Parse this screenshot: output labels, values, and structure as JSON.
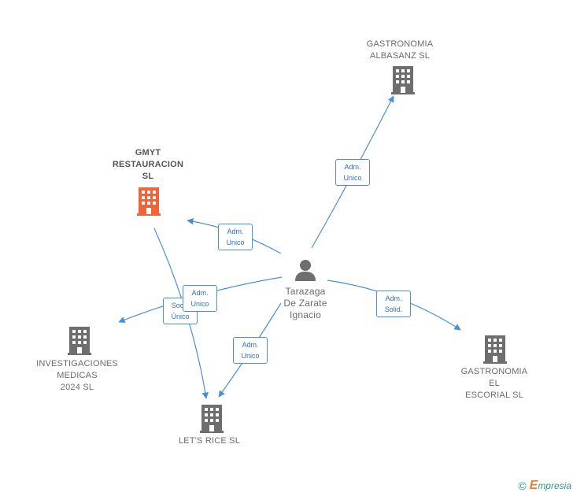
{
  "nodes": {
    "gmyt": {
      "label": "GMYT\nRESTAURACION\nSL",
      "icon": "building-icon",
      "color": "#f0643c"
    },
    "gastronomia_albasanz": {
      "label": "GASTRONOMIA\nALBASANZ  SL",
      "icon": "building-icon",
      "color": "#6e6e6e"
    },
    "investigaciones": {
      "label": "INVESTIGACIONES\nMEDICAS\n2024  SL",
      "icon": "building-icon",
      "color": "#6e6e6e"
    },
    "lets_rice": {
      "label": "LET'S RICE  SL",
      "icon": "building-icon",
      "color": "#6e6e6e"
    },
    "gastronomia_escorial": {
      "label": "GASTRONOMIA\nEL\nESCORIAL  SL",
      "icon": "building-icon",
      "color": "#6e6e6e"
    },
    "person": {
      "label": "Tarazaga\nDe Zarate\nIgnacio",
      "icon": "person-icon",
      "color": "#6e6e6e"
    }
  },
  "edges": {
    "to_albasanz": "Adm.\nUnico",
    "to_gmyt": "Adm.\nUnico",
    "to_investigaciones": "Adm.\nUnico",
    "gmyt_to_letsrice": "Socio\nÚnico",
    "to_letsrice": "Adm.\nUnico",
    "to_escorial": "Adm.\nSolid."
  },
  "footer": {
    "copyright": "©",
    "brand_initial": "E",
    "brand_rest": "mpresia"
  },
  "colors": {
    "edge": "#4a90d9",
    "accent": "#f0643c",
    "building": "#6e6e6e"
  }
}
